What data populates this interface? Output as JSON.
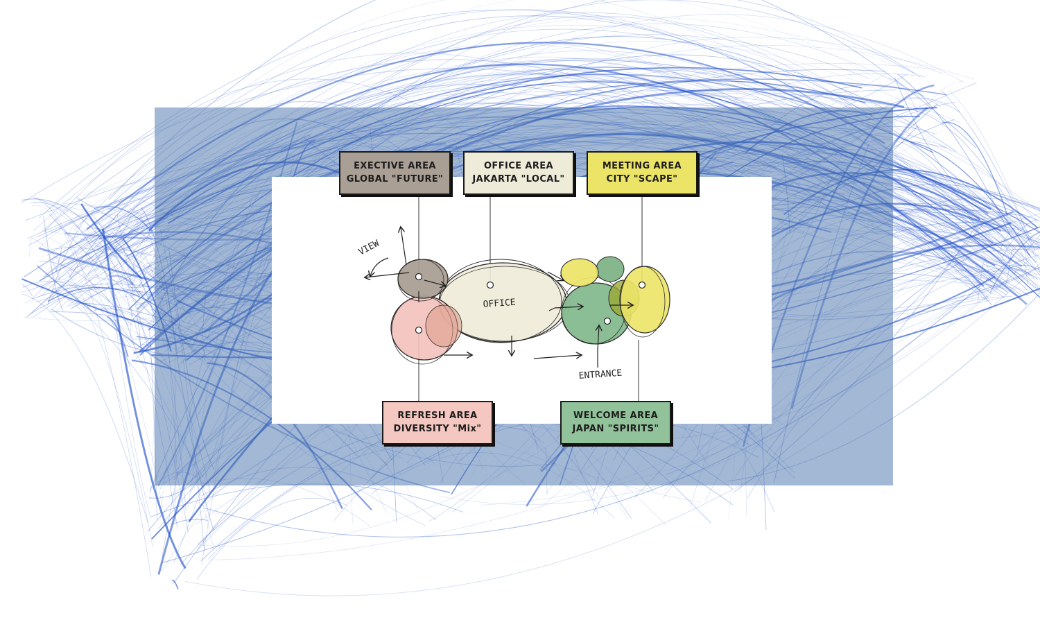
{
  "colors": {
    "network_lines": "#1f4fcc",
    "frame_band": "#4872aa",
    "executive": "#aa9f94",
    "office": "#eeebd8",
    "meeting": "#ece467",
    "refresh": "#f4c7c0",
    "welcome": "#92c29a"
  },
  "areas": [
    {
      "key": "executive",
      "line1": "EXECTIVE AREA",
      "line2": "GLOBAL \"FUTURE\""
    },
    {
      "key": "office",
      "line1": "OFFICE AREA",
      "line2": "JAKARTA \"LOCAL\""
    },
    {
      "key": "meeting",
      "line1": "MEETING AREA",
      "line2": "CITY \"SCAPE\""
    },
    {
      "key": "refresh",
      "line1": "REFRESH AREA",
      "line2": "DIVERSITY  \"Mix\""
    },
    {
      "key": "welcome",
      "line1": "WELCOME AREA",
      "line2": "JAPAN \"SPIRITS\""
    }
  ],
  "sketch_labels": {
    "view": "VIEW",
    "office": "OFFICE",
    "entrance": "ENTRANCE"
  }
}
